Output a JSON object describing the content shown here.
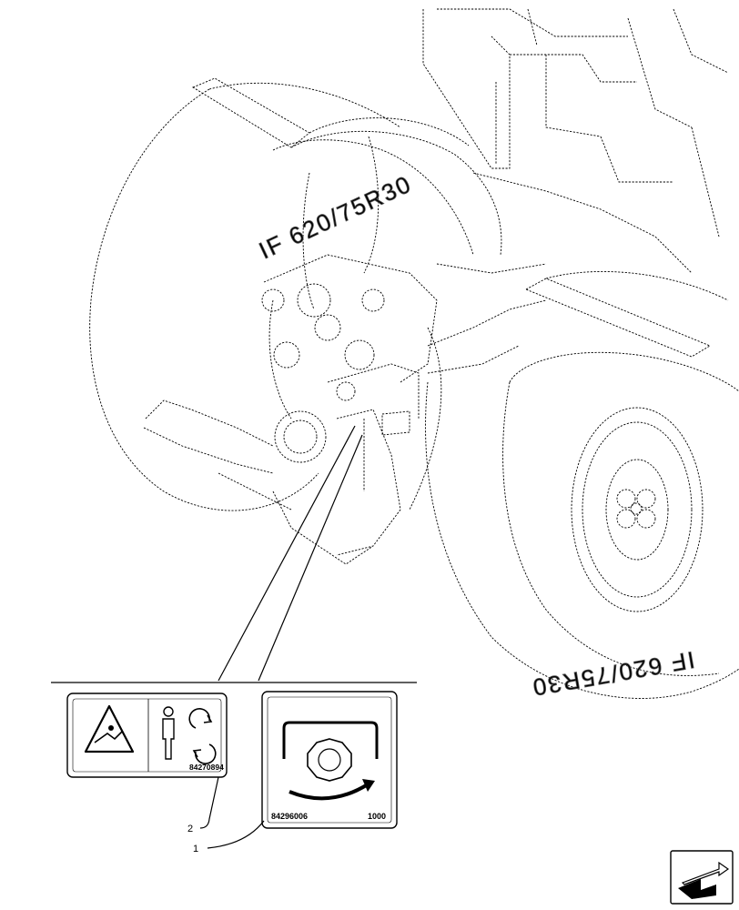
{
  "tyre_text_left": "IF 620/75R30",
  "tyre_text_right": "IF 620/75R30",
  "decal_left": {
    "part_number": "84270894",
    "icons": [
      "warning-triangle-icon",
      "person-standing-icon",
      "rotation-arrows-icon"
    ]
  },
  "decal_right": {
    "part_number": "84296006",
    "rpm": "1000",
    "icons": [
      "pto-shaft-icon",
      "rotation-arrow-icon"
    ]
  },
  "callouts": [
    {
      "number": "2"
    },
    {
      "number": "1"
    }
  ],
  "nav_icon": "previous-page-arrow-icon"
}
